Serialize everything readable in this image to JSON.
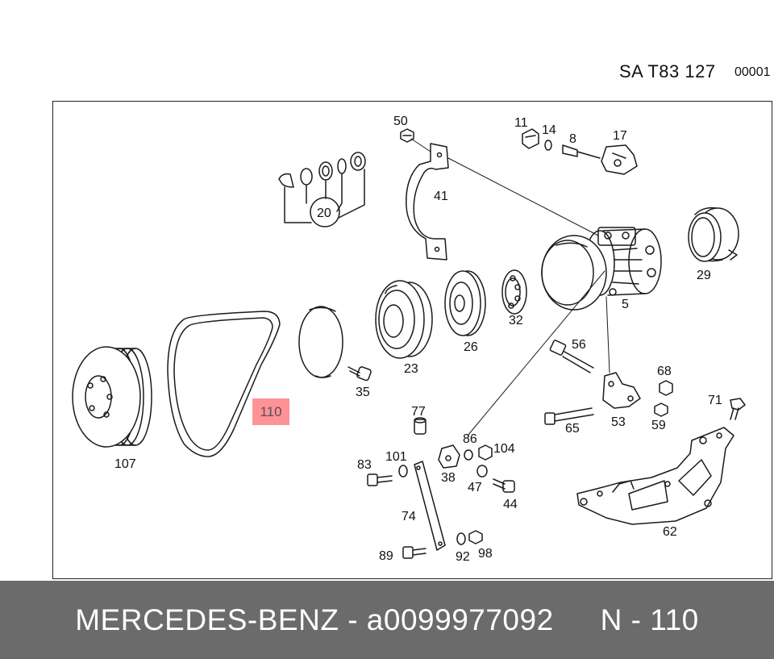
{
  "header": {
    "code": "SA T83 127",
    "ref": "00001"
  },
  "diagram": {
    "labels": {
      "p50": "50",
      "p11": "11",
      "p14": "14",
      "p8": "8",
      "p17": "17",
      "p41": "41",
      "p20": "20",
      "p29": "29",
      "p5": "5",
      "p32": "32",
      "p26": "26",
      "p23": "23",
      "p35": "35",
      "p107": "107",
      "p110": "110",
      "p56": "56",
      "p68": "68",
      "p71": "71",
      "p77": "77",
      "p86": "86",
      "p104": "104",
      "p65": "65",
      "p53": "53",
      "p59": "59",
      "p83": "83",
      "p101": "101",
      "p38": "38",
      "p47": "47",
      "p44": "44",
      "p74": "74",
      "p62": "62",
      "p89": "89",
      "p92": "92",
      "p98": "98"
    },
    "highlight_label": "110"
  },
  "footer": {
    "brand_part": "MERCEDES-BENZ - a0099977092",
    "position": "N - 110"
  }
}
